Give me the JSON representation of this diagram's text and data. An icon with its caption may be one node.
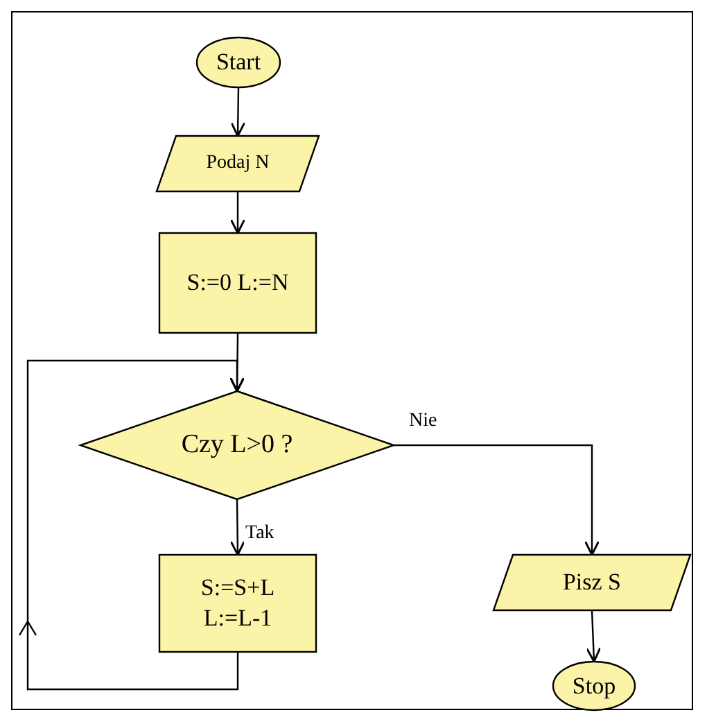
{
  "diagram": {
    "nodes": [
      {
        "text": [
          "Start"
        ]
      },
      {
        "text": [
          "Podaj N"
        ]
      },
      {
        "text": [
          "S:=0 L:=N"
        ]
      },
      {
        "text": [
          "Czy L>0 ?"
        ]
      },
      {
        "text": [
          "S:=S+L L:=L-1"
        ]
      },
      {
        "text": [
          "Pisz S"
        ]
      },
      {
        "text": [
          "Stop"
        ]
      }
    ],
    "edges": [
      {
        "from": 0,
        "to": 1,
        "arrow": "to"
      },
      {
        "from": 1,
        "to": 2,
        "arrow": "to"
      },
      {
        "from": 2,
        "to": 3,
        "arrow": "to"
      },
      {
        "from": 3,
        "to": 4,
        "arrow": "to",
        "label": "Tak"
      },
      {
        "from": 3,
        "to": 5,
        "arrow": "to",
        "label": "Nie"
      },
      {
        "from": 4,
        "to": 3,
        "arrow": "to"
      },
      {
        "from": 5,
        "to": 6,
        "arrow": "to"
      }
    ]
  }
}
